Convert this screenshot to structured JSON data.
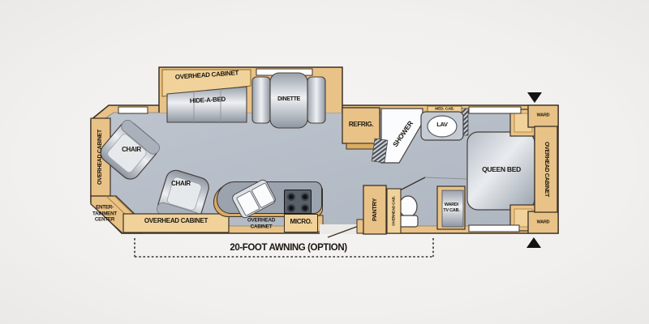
{
  "colors": {
    "background": "#f2f1ef",
    "wall_tan": "#e9c287",
    "cabinet_tan": "#f0d29a",
    "wall_outline": "#3a3127",
    "floor_gray": "#b7bec9",
    "counter_gray": "#9aa3ae",
    "furniture_silver": "#e8ebee",
    "fixture_white": "#fbfcfd",
    "arrow_black": "#131313"
  },
  "floorplan": {
    "living": {
      "overhead_cabinet_left": "OVERHEAD CABINET",
      "entertainment_center": "ENTER-\nTAINMENT\nCENTER",
      "chair_rear": "CHAIR",
      "chair_front": "CHAIR",
      "overhead_cabinet_bottom": "OVERHEAD CABINET"
    },
    "slideout": {
      "overhead_cabinet": "OVERHEAD CABINET",
      "hide_a_bed": "HIDE-A-BED",
      "dinette": "DINETTE"
    },
    "kitchen": {
      "refrig": "REFRIG.",
      "overhead_cabinet": "OVERHEAD\nCABINET",
      "micro": "MICRO.",
      "pantry": "PANTRY",
      "overhead_cab": "OVERHEAD CAB."
    },
    "bath": {
      "shower": "SHOWER",
      "med_cab": "MED. CAB.",
      "lav": "LAV",
      "ward_tv_cab": "WARD/\nTV CAB."
    },
    "bedroom": {
      "queen_bed": "QUEEN BED",
      "ward_top": "WARD",
      "ward_bottom": "WARD",
      "overhead_cabinet_right": "OVERHEAD CABINET"
    },
    "awning": {
      "label": "20-FOOT AWNING (OPTION)"
    }
  }
}
